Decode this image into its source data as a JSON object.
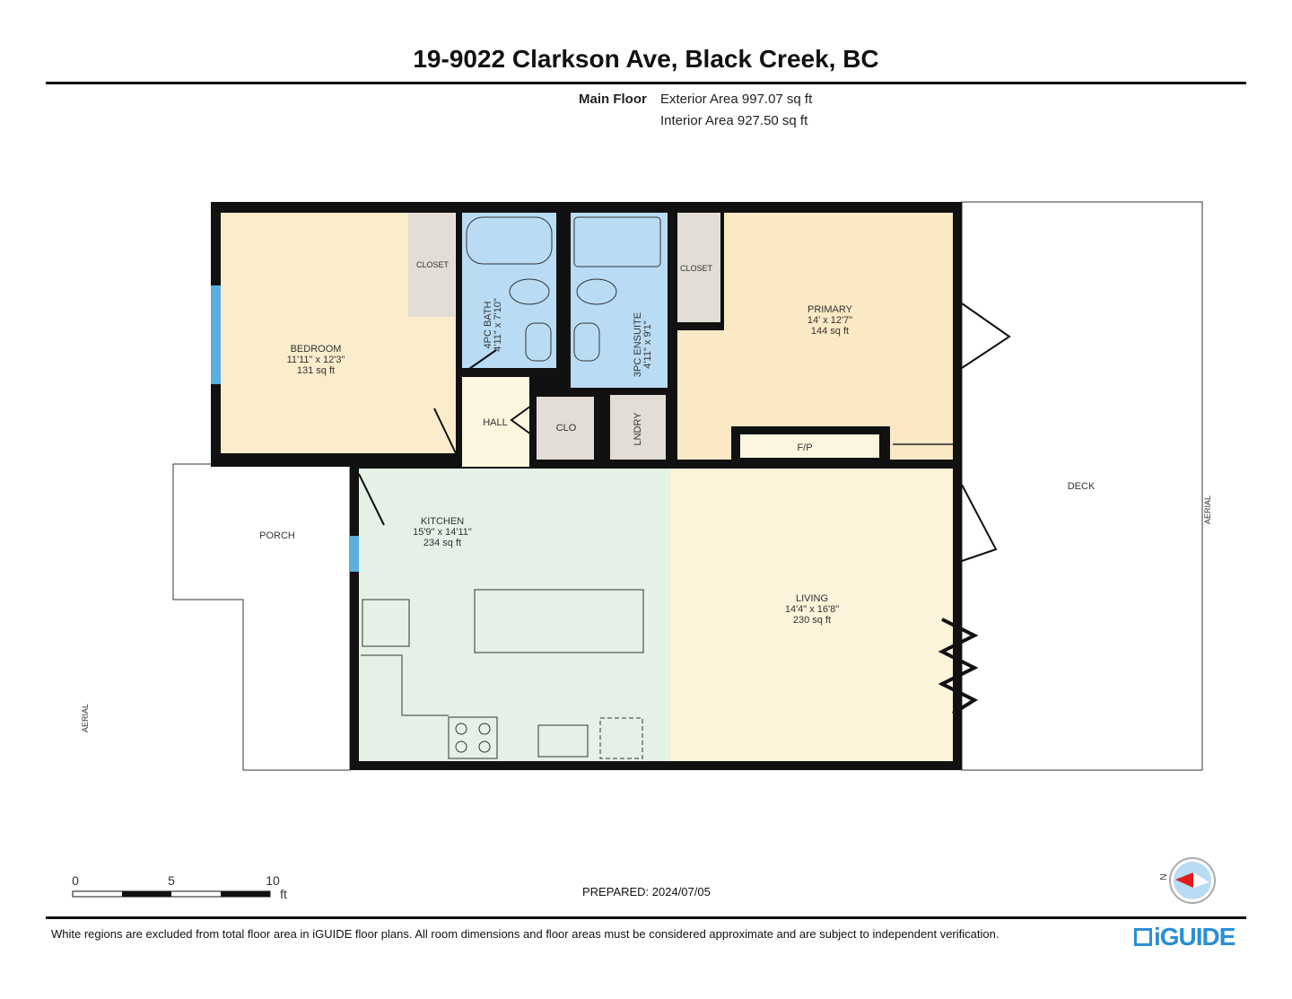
{
  "title": "19-9022 Clarkson Ave, Black Creek, BC",
  "floor": {
    "name": "Main Floor",
    "exterior_area": "Exterior Area 997.07 sq ft",
    "interior_area": "Interior Area 927.50 sq ft"
  },
  "rooms": {
    "bedroom": {
      "name": "BEDROOM",
      "dims": "11'11\" x 12'3\"",
      "area": "131 sq ft"
    },
    "closet1": {
      "name": "CLOSET"
    },
    "bath": {
      "name": "4PC BATH",
      "dims": "4'11\" x 7'10\""
    },
    "ensuite": {
      "name": "3PC ENSUITE",
      "dims": "4'11\" x 9'1\""
    },
    "closet2": {
      "name": "CLOSET"
    },
    "primary": {
      "name": "PRIMARY",
      "dims": "14' x 12'7\"",
      "area": "144 sq ft"
    },
    "hall": {
      "name": "HALL"
    },
    "clo": {
      "name": "CLO"
    },
    "laundry": {
      "name": "LNDRY"
    },
    "fp": {
      "name": "F/P"
    },
    "kitchen": {
      "name": "KITCHEN",
      "dims": "15'9\" x 14'11\"",
      "area": "234 sq ft"
    },
    "living": {
      "name": "LIVING",
      "dims": "14'4\" x 16'8\"",
      "area": "230 sq ft"
    },
    "porch": {
      "name": "PORCH"
    },
    "deck": {
      "name": "DECK"
    }
  },
  "aerial_labels": [
    "AERIAL",
    "AERIAL"
  ],
  "scale": {
    "ticks": [
      "0",
      "5",
      "10"
    ],
    "unit": "ft"
  },
  "prepared": "PREPARED: 2024/07/05",
  "compass": {
    "label": "N"
  },
  "disclaimer": "White regions are excluded from total floor area in iGUIDE floor plans. All room dimensions and floor areas must be considered approximate and are subject to independent verification.",
  "logo": "iGUIDE",
  "colors": {
    "bedroom": "#fbeccb",
    "bath": "#b9dcf4",
    "closet": "#e2ddd5",
    "hall": "#fdf6df",
    "kitchen": "#e5f0e6",
    "living": "#fcf3db",
    "wall": "#111111",
    "brand": "#2a8fd6"
  }
}
